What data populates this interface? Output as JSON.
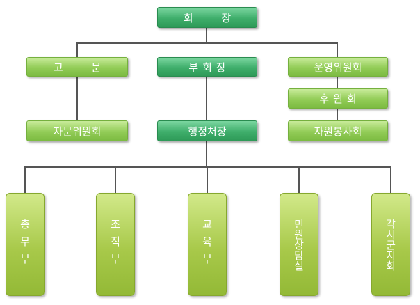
{
  "nodes": {
    "chairman": "회 장",
    "advisor": "고 문",
    "vice_chairman": "부회장",
    "operating_committee": "운영위원회",
    "support_committee": "후원회",
    "advisory_committee": "자문위원회",
    "secretary_general": "행정처장",
    "volunteer_committee": "자원봉사회",
    "general_affairs": "총무부",
    "organization": "조직부",
    "education": "교육부",
    "civil_counseling": "민원상담실",
    "regional_branches": "각시군지회"
  }
}
